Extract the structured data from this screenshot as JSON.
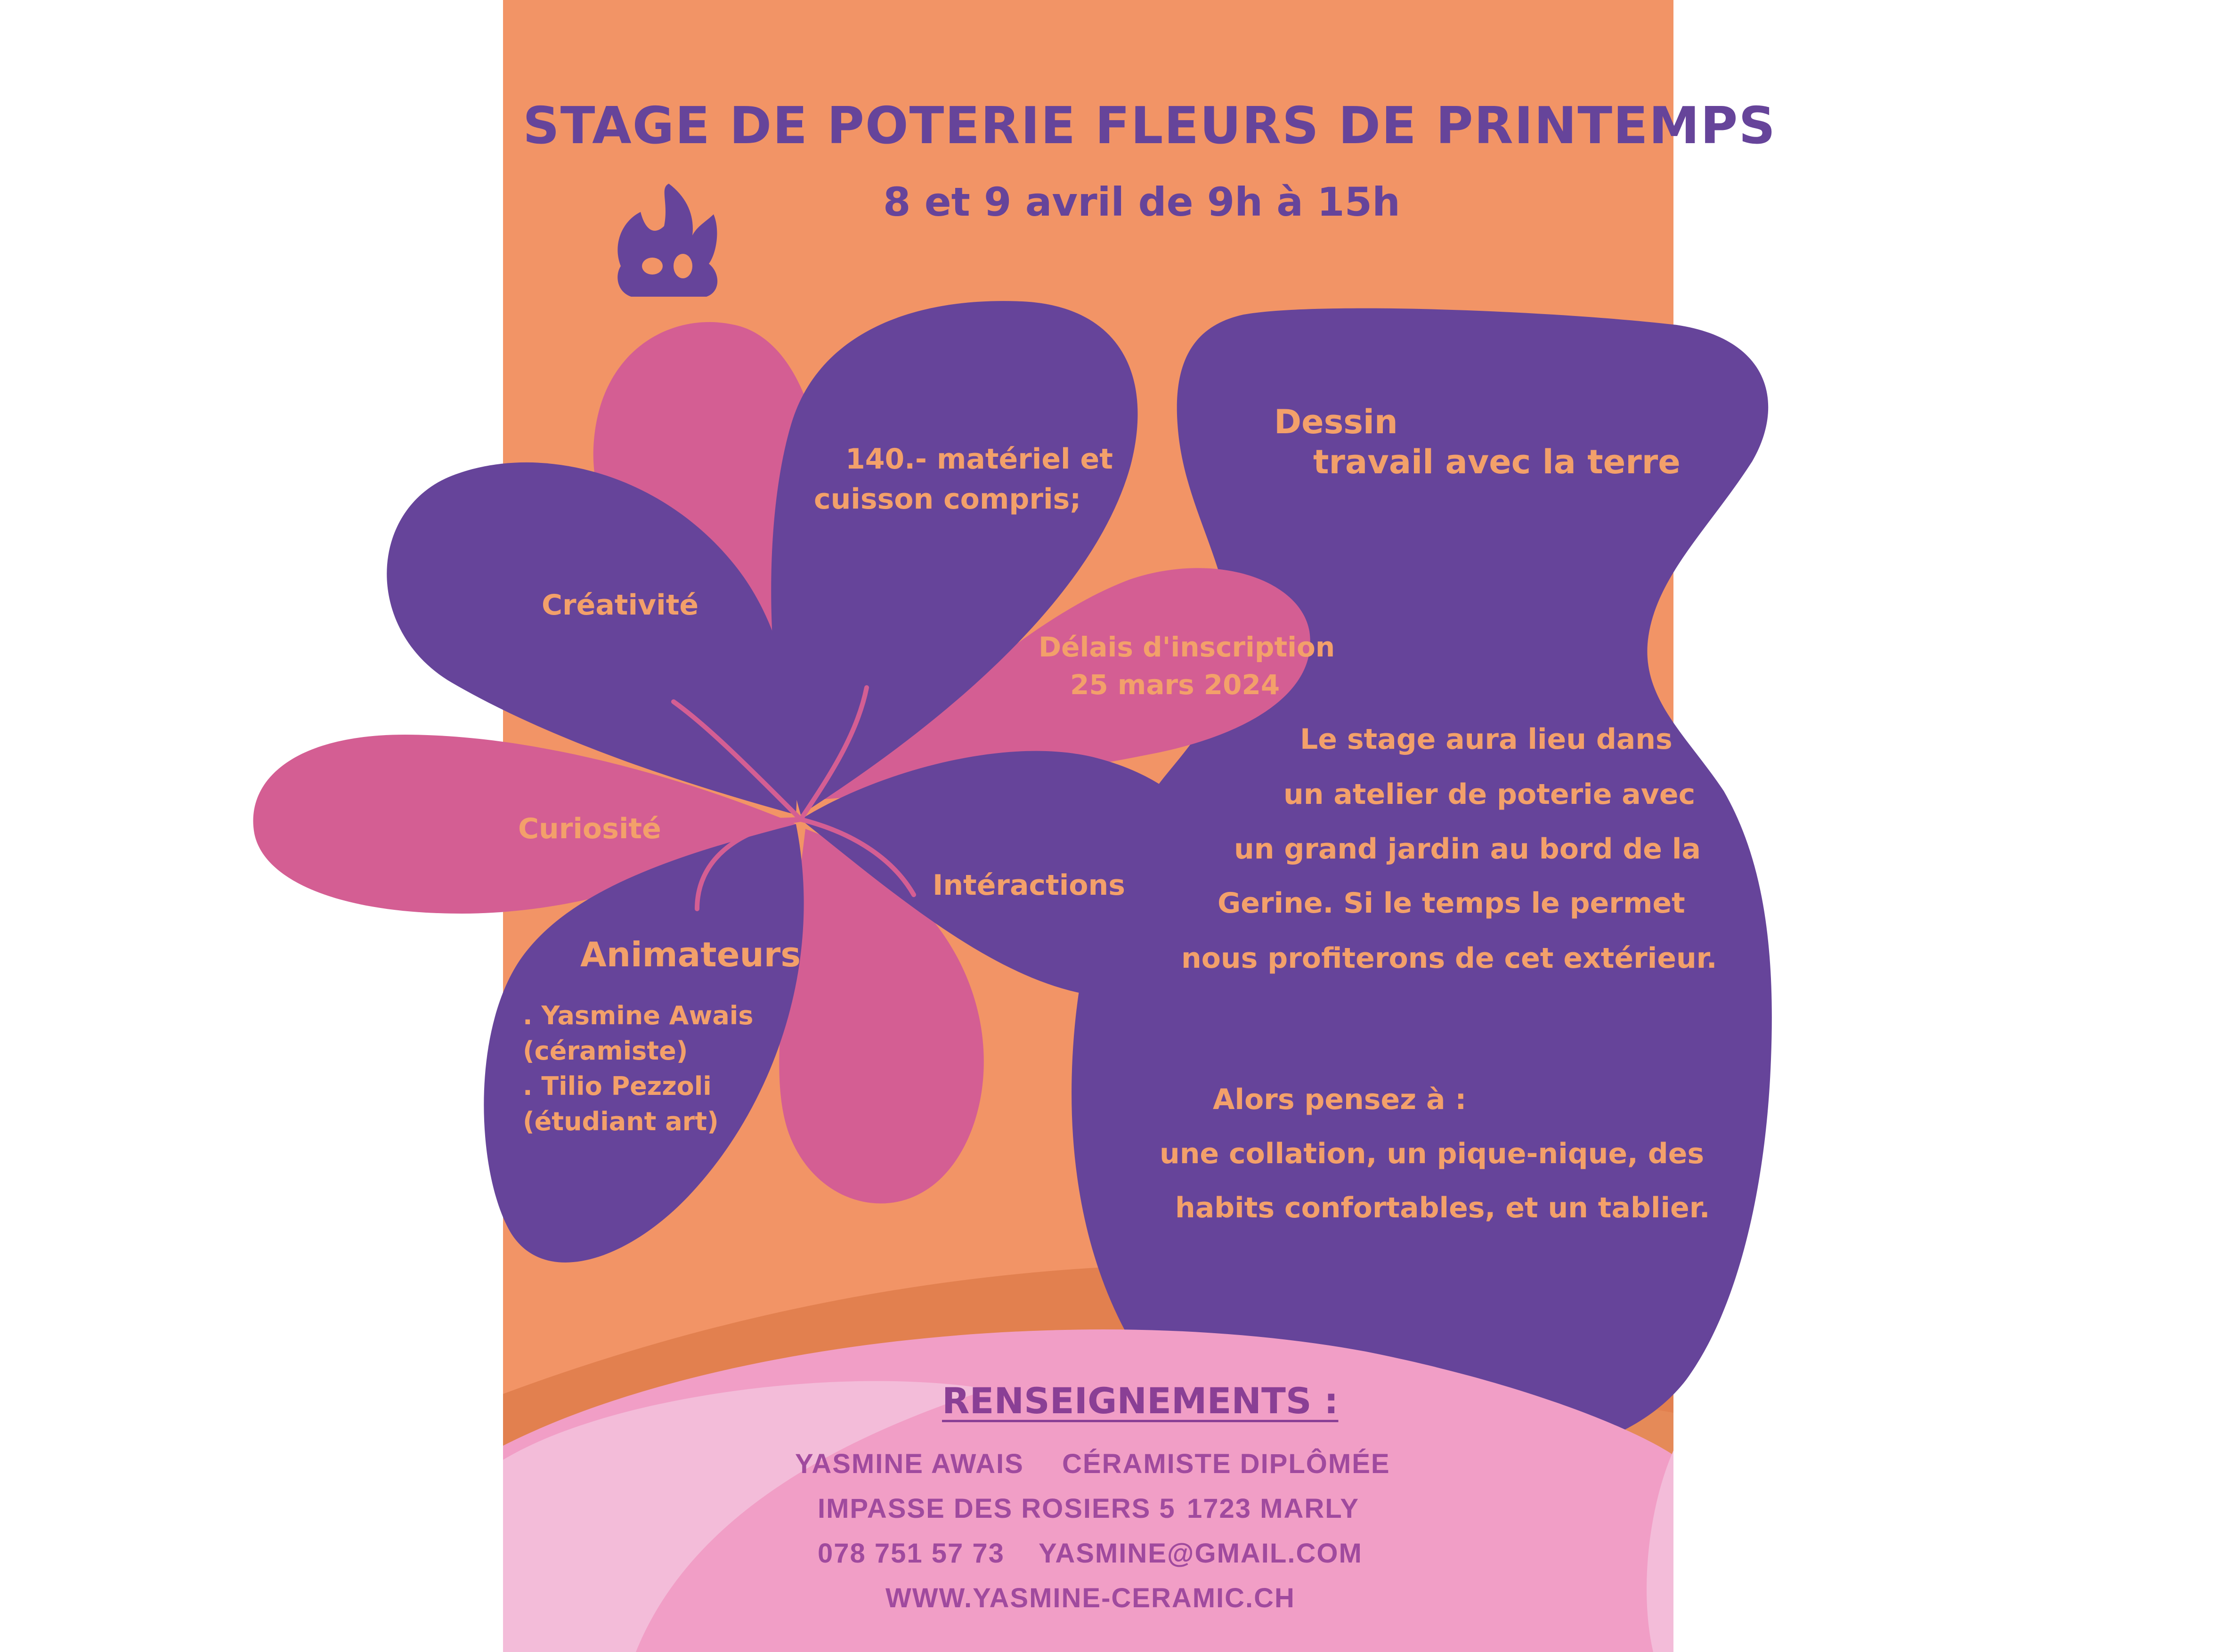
{
  "header": {
    "title": "STAGE DE POTERIE FLEURS DE PRINTEMPS",
    "dates": "8 et 9 avril de 9h à 15h",
    "logo_icon": "flame-face-icon"
  },
  "flower": {
    "price_line1": "140.- matériel et",
    "price_line2": "cuisson compris;",
    "petal_creativity": "Créativité",
    "petal_curiosity": "Curiosité",
    "petal_interactions": "Intéractions",
    "deadline_line1": "Délais d'inscription",
    "deadline_line2": "25 mars 2024",
    "hosts_heading": "Animateurs",
    "host1_name": ". Yasmine Awais",
    "host1_role": "(céramiste)",
    "host2_name": ". Tilio Pezzoli",
    "host2_role": "(étudiant art)"
  },
  "vase": {
    "activity1": "Dessin",
    "activity2": "travail avec la terre",
    "location_lines": [
      "Le stage aura lieu dans",
      "un atelier de poterie avec",
      "un grand jardin au bord de la",
      "Gerine. Si le temps le permet",
      "nous profiterons de cet extérieur."
    ],
    "bring_intro": "Alors pensez à :",
    "bring_lines": [
      "une collation, un pique-nique, des",
      "habits confortables, et un tablier."
    ]
  },
  "contact": {
    "heading": "RENSEIGNEMENTS :",
    "name": "YASMINE AWAIS",
    "title": "CÉRAMISTE DIPLÔMÉE",
    "street": "IMPASSE DES ROSIERS 5",
    "city": "1723 MARLY",
    "phone": "078 751 57 73",
    "email": "YASMINE@GMAIL.COM",
    "website": "WWW.YASMINE-CERAMIC.CH"
  },
  "colors": {
    "background": "#ffffff",
    "panel_orange": "#f29466",
    "dark_orange": "#e2804f",
    "purple": "#66449a",
    "magenta": "#d45e93",
    "pink": "#f19ec6",
    "light_pink": "#f3bcd9",
    "peach_text": "#f3a06a"
  }
}
